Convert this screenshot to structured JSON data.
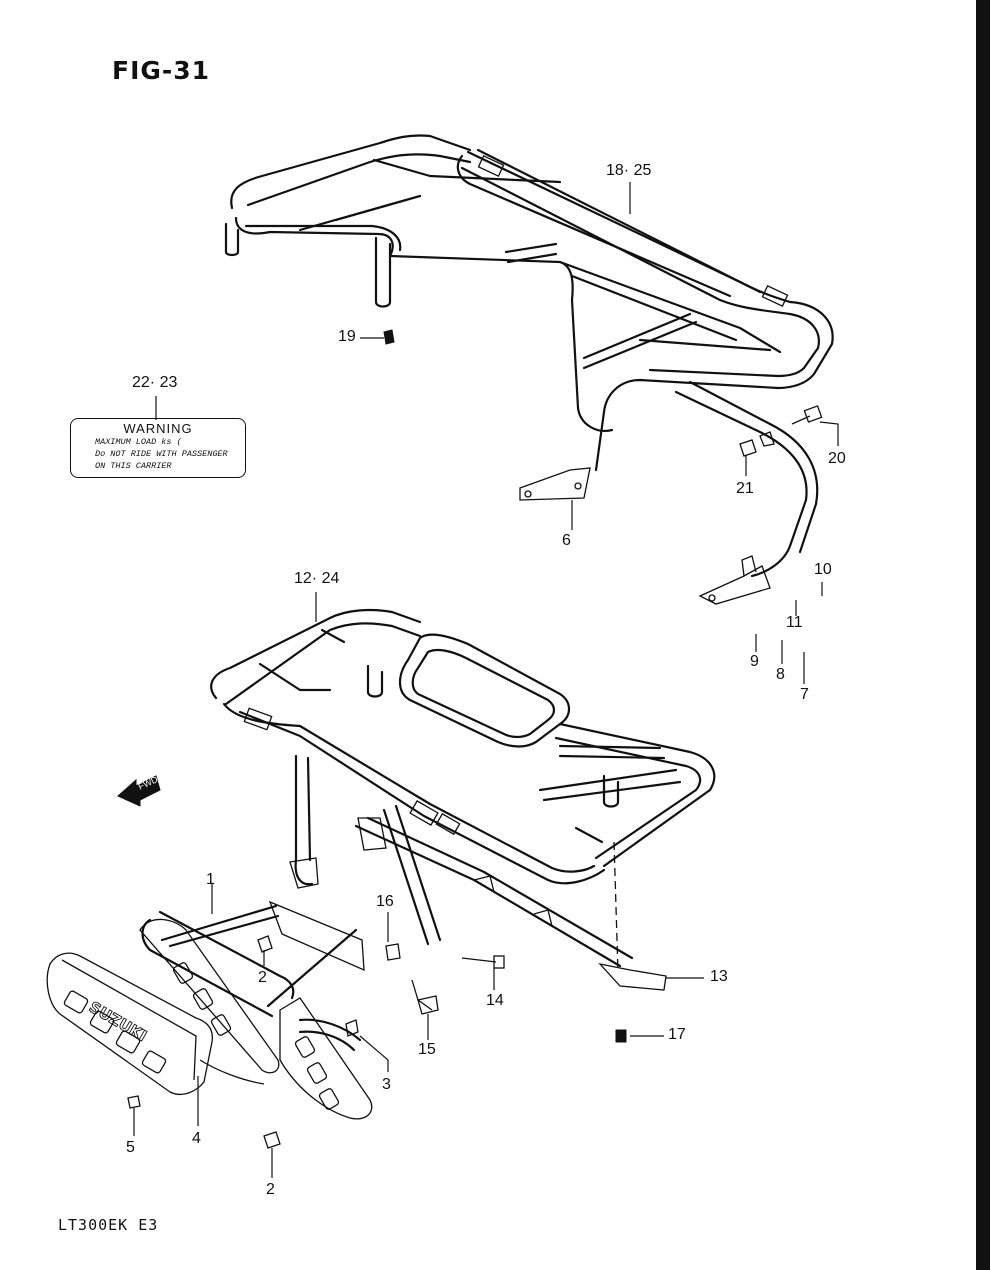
{
  "figure": {
    "title": "FIG-31",
    "model_code": "LT300EK  E3"
  },
  "warning_label": {
    "title": "WARNING",
    "lines": [
      "MAXIMUM LOAD  ks (",
      "Do NOT RIDE WITH PASSENGER",
      "ON THIS CARRIER"
    ]
  },
  "fwd_arrow": {
    "text": "FWD"
  },
  "brand_text": "SUZUKI",
  "callouts": {
    "p18_25": "18· 25",
    "p19": "19",
    "p22_23": "22· 23",
    "p20": "20",
    "p21": "21",
    "p6": "6",
    "p12_24": "12· 24",
    "p10": "10",
    "p11": "11",
    "p9": "9",
    "p8": "8",
    "p7": "7",
    "p1": "1",
    "p16": "16",
    "p2_upper": "2",
    "p13": "13",
    "p14": "14",
    "p15": "15",
    "p17": "17",
    "p3": "3",
    "p4": "4",
    "p5": "5",
    "p2_lower": "2"
  }
}
